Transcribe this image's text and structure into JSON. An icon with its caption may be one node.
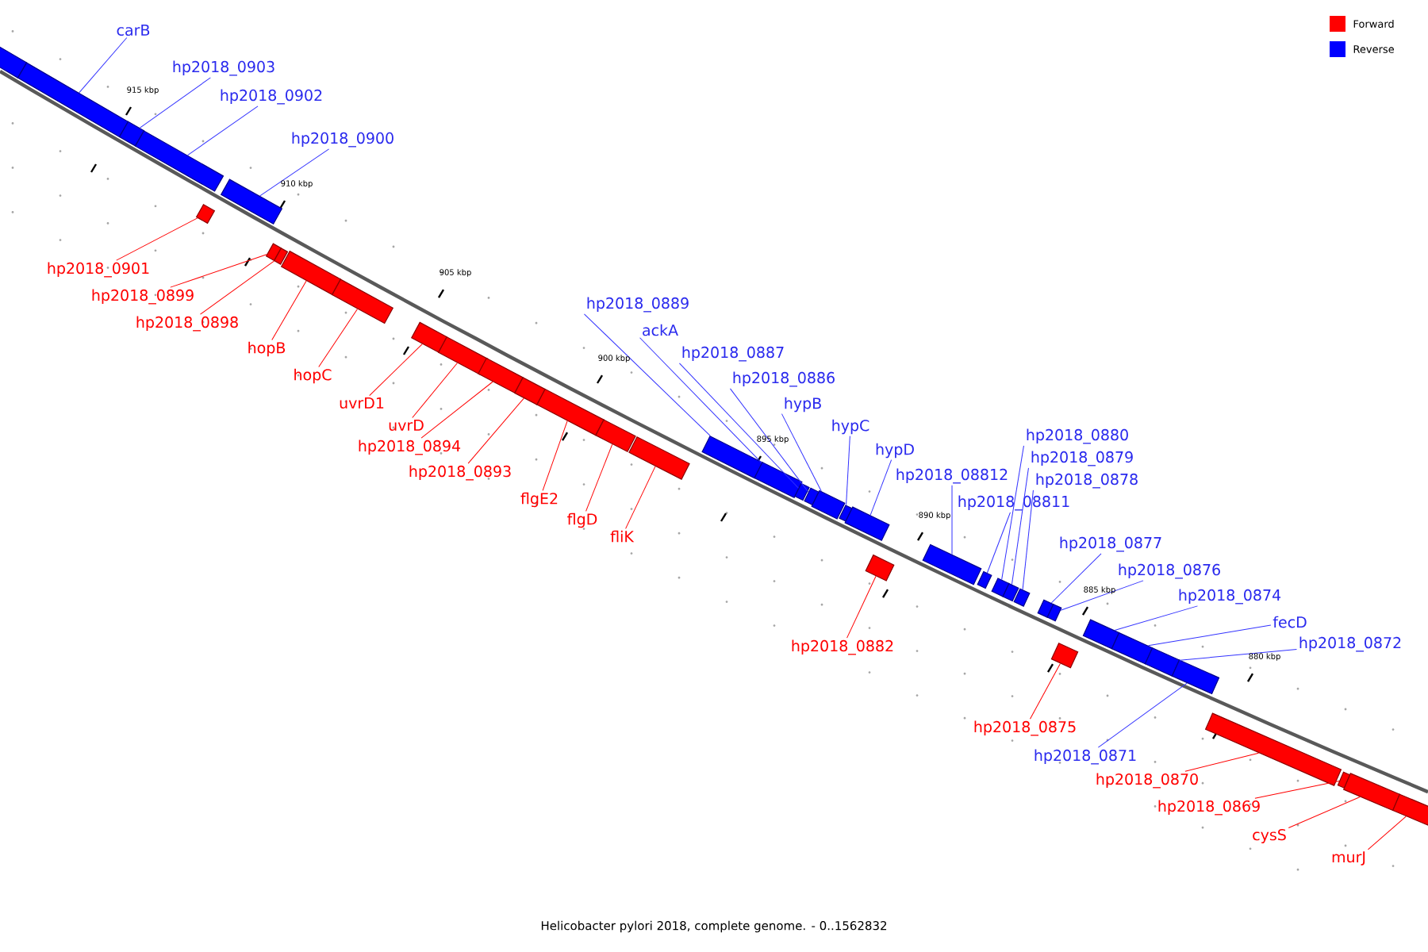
{
  "diagram": {
    "caption": "Helicobacter pylori 2018, complete genome. - 0..1562832",
    "nodes": [
      {
        "text": [],
        "shape": "bar"
      },
      {
        "text": [],
        "shape": "bar"
      },
      {
        "text": [],
        "shape": "bar"
      },
      {
        "text": [],
        "shape": "bar"
      },
      {
        "text": [],
        "shape": "bar"
      },
      {
        "text": [],
        "shape": "bar"
      },
      {
        "text": [],
        "shape": "bar"
      },
      {
        "text": [],
        "shape": "bar"
      },
      {
        "text": [],
        "shape": "bar"
      },
      {
        "text": [],
        "shape": "bar"
      },
      {
        "text": [],
        "shape": "bar"
      },
      {
        "text": [],
        "shape": "bar"
      },
      {
        "text": [],
        "shape": "bar"
      },
      {
        "text": [],
        "shape": "bar"
      },
      {
        "text": [],
        "shape": "bar"
      },
      {
        "text": [],
        "shape": "bar"
      },
      {
        "text": [],
        "shape": "bar"
      },
      {
        "text": [],
        "shape": "bar"
      },
      {
        "text": [],
        "shape": "bar"
      },
      {
        "text": [],
        "shape": "bar"
      },
      {
        "text": [],
        "shape": "bar"
      },
      {
        "text": [],
        "shape": "bar"
      },
      {
        "text": [],
        "shape": "bar"
      },
      {
        "text": [],
        "shape": "bar"
      },
      {
        "text": [],
        "shape": "bar"
      },
      {
        "text": [],
        "shape": "bar"
      },
      {
        "text": [],
        "shape": "bar"
      },
      {
        "text": [],
        "shape": "bar"
      },
      {
        "text": [],
        "shape": "bar"
      },
      {
        "text": [],
        "shape": "bar"
      },
      {
        "text": [],
        "shape": "bar"
      },
      {
        "text": [],
        "shape": "bar"
      },
      {
        "text": [],
        "shape": "bar"
      },
      {
        "text": [],
        "shape": "bar"
      },
      {
        "text": [],
        "shape": "bar"
      },
      {
        "text": [],
        "shape": "bar"
      },
      {
        "text": [],
        "shape": "bar"
      },
      {
        "text": [],
        "shape": "bar"
      },
      {
        "text": [],
        "shape": "bar"
      },
      {
        "text": [],
        "shape": "bar"
      },
      {
        "text": [],
        "shape": "bar"
      },
      {
        "text": [
          "carB"
        ]
      },
      {
        "text": [
          "hp2018_0903"
        ]
      },
      {
        "text": [
          "hp2018_0902"
        ]
      },
      {
        "text": [
          "hp2018_0900"
        ]
      },
      {
        "text": [
          "hp2018_0901"
        ]
      },
      {
        "text": [
          "hp2018_0899"
        ]
      },
      {
        "text": [
          "hp2018_0898"
        ]
      },
      {
        "text": [
          "hopB"
        ]
      },
      {
        "text": [
          "hopC"
        ]
      },
      {
        "text": [
          "uvrD1"
        ]
      },
      {
        "text": [
          "uvrD"
        ]
      },
      {
        "text": [
          "hp2018_0894"
        ]
      },
      {
        "text": [
          "hp2018_0893"
        ]
      },
      {
        "text": [
          "flgE2"
        ]
      },
      {
        "text": [
          "flgD"
        ]
      },
      {
        "text": [
          "fliK"
        ]
      },
      {
        "text": [
          "hp2018_0889"
        ]
      },
      {
        "text": [
          "ackA"
        ]
      },
      {
        "text": [
          "hp2018_0887"
        ]
      },
      {
        "text": [
          "hp2018_0886"
        ]
      },
      {
        "text": [
          "hypB"
        ]
      },
      {
        "text": [
          "hypC"
        ]
      },
      {
        "text": [
          "hypD"
        ]
      },
      {
        "text": [
          "hp2018_0882"
        ]
      },
      {
        "text": [
          "hp2018_08812"
        ]
      },
      {
        "text": [
          "hp2018_08811"
        ]
      },
      {
        "text": [
          "hp2018_0880"
        ]
      },
      {
        "text": [
          "hp2018_0879"
        ]
      },
      {
        "text": [
          "hp2018_0878"
        ]
      },
      {
        "text": [
          "hp2018_0877"
        ]
      },
      {
        "text": [
          "hp2018_0876"
        ]
      },
      {
        "text": [
          "hp2018_0875"
        ]
      },
      {
        "text": [
          "hp2018_0874"
        ]
      },
      {
        "text": [
          "fecD"
        ]
      },
      {
        "text": [
          "hp2018_0872"
        ]
      },
      {
        "text": [
          "hp2018_0871"
        ]
      },
      {
        "text": [
          "hp2018_0870"
        ]
      },
      {
        "text": [
          "hp2018_0869"
        ]
      },
      {
        "text": [
          "cysS"
        ]
      },
      {
        "text": [
          "murJ"
        ]
      }
    ],
    "edges": [
      {
        "from": 41,
        "to": 1,
        "arrow": "none"
      },
      {
        "from": 42,
        "to": 2,
        "arrow": "none"
      },
      {
        "from": 43,
        "to": 3,
        "arrow": "none"
      },
      {
        "from": 44,
        "to": 4,
        "arrow": "none"
      },
      {
        "from": 45,
        "to": 5,
        "arrow": "none",
        "color": "#ff0000"
      },
      {
        "from": 46,
        "to": 6,
        "arrow": "none",
        "color": "#ff0000"
      },
      {
        "from": 47,
        "to": 7,
        "arrow": "none",
        "color": "#ff0000"
      },
      {
        "from": 48,
        "to": 8,
        "arrow": "none",
        "color": "#ff0000"
      },
      {
        "from": 49,
        "to": 9,
        "arrow": "none",
        "color": "#ff0000"
      },
      {
        "from": 50,
        "to": 10,
        "arrow": "none",
        "color": "#ff0000"
      },
      {
        "from": 51,
        "to": 11,
        "arrow": "none",
        "color": "#ff0000"
      },
      {
        "from": 52,
        "to": 12,
        "arrow": "none",
        "color": "#ff0000"
      },
      {
        "from": 53,
        "to": 13,
        "arrow": "none",
        "color": "#ff0000"
      },
      {
        "from": 54,
        "to": 14,
        "arrow": "none",
        "color": "#ff0000"
      },
      {
        "from": 55,
        "to": 15,
        "arrow": "none",
        "color": "#ff0000"
      },
      {
        "from": 56,
        "to": 16,
        "arrow": "none",
        "color": "#ff0000"
      },
      {
        "from": 57,
        "to": 17,
        "arrow": "none"
      },
      {
        "from": 58,
        "to": 18,
        "arrow": "none"
      },
      {
        "from": 59,
        "to": 19,
        "arrow": "none"
      },
      {
        "from": 60,
        "to": 20,
        "arrow": "none"
      },
      {
        "from": 61,
        "to": 21,
        "arrow": "none"
      },
      {
        "from": 62,
        "to": 22,
        "arrow": "none"
      },
      {
        "from": 63,
        "to": 23,
        "arrow": "none"
      },
      {
        "from": 64,
        "to": 24,
        "arrow": "none",
        "color": "#ff0000"
      },
      {
        "from": 65,
        "to": 25,
        "arrow": "none"
      },
      {
        "from": 66,
        "to": 26,
        "arrow": "none"
      },
      {
        "from": 67,
        "to": 27,
        "arrow": "none"
      },
      {
        "from": 68,
        "to": 28,
        "arrow": "none"
      },
      {
        "from": 69,
        "to": 29,
        "arrow": "none"
      },
      {
        "from": 70,
        "to": 30,
        "arrow": "none"
      },
      {
        "from": 71,
        "to": 31,
        "arrow": "none"
      },
      {
        "from": 72,
        "to": 32,
        "arrow": "none",
        "color": "#ff0000"
      },
      {
        "from": 73,
        "to": 33,
        "arrow": "none"
      },
      {
        "from": 74,
        "to": 34,
        "arrow": "none"
      },
      {
        "from": 75,
        "to": 35,
        "arrow": "none"
      },
      {
        "from": 76,
        "to": 36,
        "arrow": "none"
      },
      {
        "from": 77,
        "to": 37,
        "arrow": "none",
        "color": "#ff0000"
      },
      {
        "from": 78,
        "to": 38,
        "arrow": "none",
        "color": "#ff0000"
      },
      {
        "from": 79,
        "to": 39,
        "arrow": "none",
        "color": "#ff0000"
      },
      {
        "from": 80,
        "to": 40,
        "arrow": "none",
        "color": "#ff0000"
      }
    ],
    "labels": [
      "915 kbp",
      "910 kbp",
      "905 kbp",
      "900 kbp",
      "895 kbp",
      "890 kbp",
      "885 kbp",
      "880 kbp"
    ],
    "legend": [
      {
        "text": "Forward",
        "color": "#ff0000"
      },
      {
        "text": "Reverse",
        "color": "#0000ff"
      }
    ]
  }
}
